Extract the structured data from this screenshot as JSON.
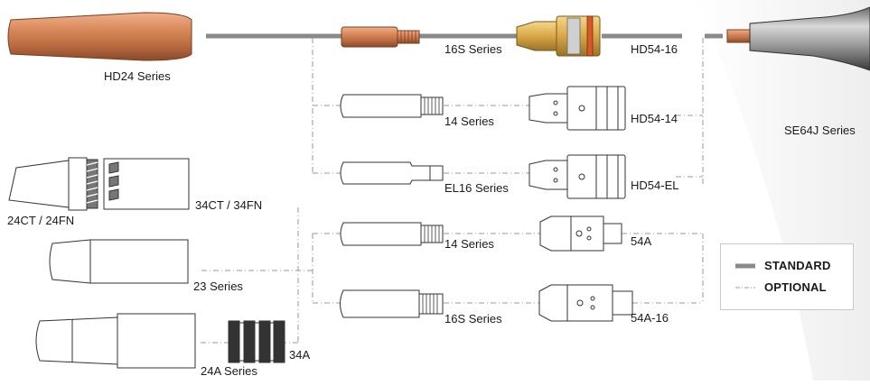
{
  "labels": {
    "hd24": "HD24 Series",
    "s16_top": "16S Series",
    "hd54_16": "HD54-16",
    "se64j": "SE64J Series",
    "s14_a": "14 Series",
    "hd54_14": "HD54-14",
    "el16": "EL16 Series",
    "hd54_el": "HD54-EL",
    "s24ct": "24CT / 24FN",
    "s34ct": "34CT / 34FN",
    "s14_b": "14 Series",
    "a54": "54A",
    "s23": "23 Series",
    "s16_bot": "16S Series",
    "a54_16": "54A-16",
    "a34": "34A",
    "s24a": "24A Series"
  },
  "legend": {
    "standard": "STANDARD",
    "optional": "OPTIONAL"
  },
  "colors": {
    "copper": "#c8784e",
    "brass": "#d9a74a",
    "standard_line": "#8a8a8a",
    "optional_line": "#9a9a9a",
    "outline": "#333333"
  }
}
